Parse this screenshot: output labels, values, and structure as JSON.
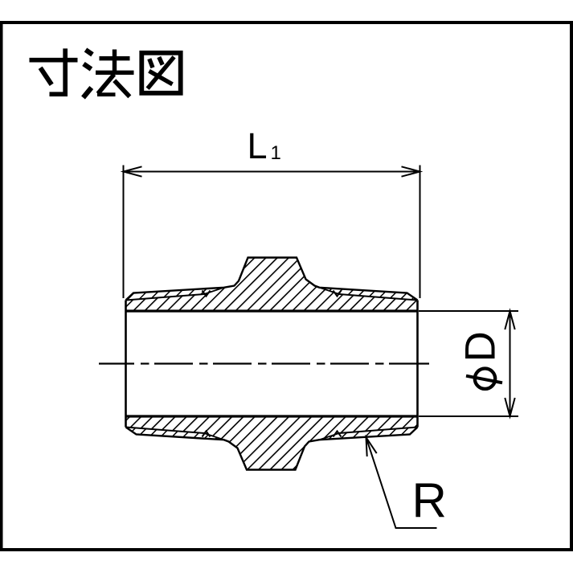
{
  "title": {
    "text": "寸法図"
  },
  "drawing": {
    "kind": "technical-drawing-cross-section",
    "labels": {
      "length": {
        "main": "L",
        "subscript": "1"
      },
      "diameter": {
        "symbol": "φ",
        "letter": "D"
      },
      "thread": "R"
    }
  },
  "colors": {
    "ink": "#000000",
    "background": "#ffffff"
  }
}
